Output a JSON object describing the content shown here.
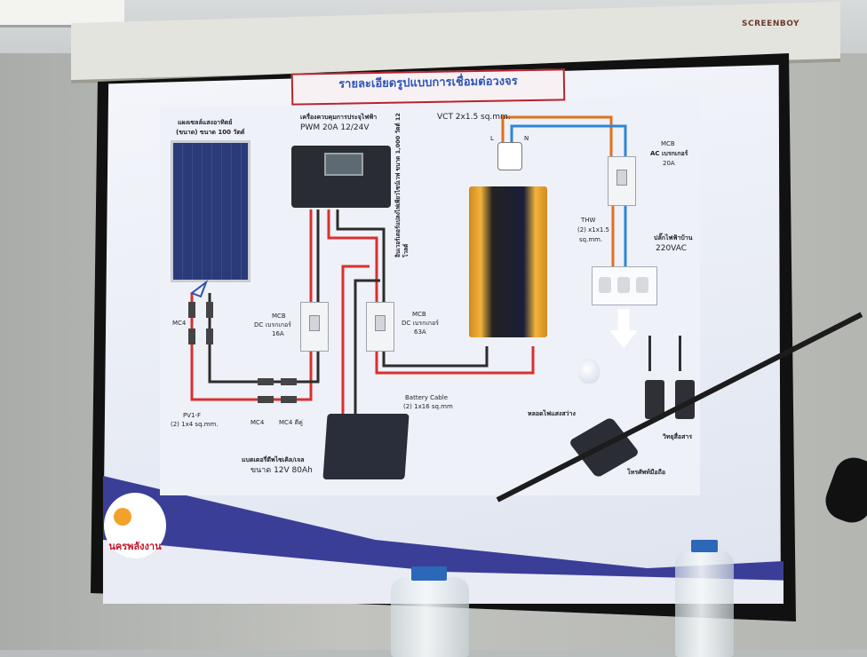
{
  "screen": {
    "brand": "SCREENBOY"
  },
  "slide": {
    "title": "รายละเอียดรูปแบบการเชื่อมต่อวงจร",
    "logo_text": "นครพลังงาน"
  },
  "components": {
    "solar_panel": {
      "label_line1": "แผงเซลล์แสงอาทิตย์",
      "label_line2": "(ขนาด) ขนาด 100 วัตต์"
    },
    "charge_controller": {
      "label_line1": "เครื่องควบคุมการประจุไฟฟ้า",
      "label_line2": "PWM  20A 12/24V"
    },
    "cable_vct": {
      "label": "VCT 2x1.5 sq.mm.",
      "l": "L",
      "n": "N"
    },
    "mcb_ac": {
      "line1": "MCB",
      "line2": "AC เบรกเกอร์",
      "line3": "20A"
    },
    "thw": {
      "line1": "THW",
      "line2": "(2) x1x1.5",
      "line3": "sq.mm."
    },
    "socket": {
      "line1": "ปลั๊กไฟฟ้าบ้าน",
      "line2": "220VAC"
    },
    "inverter": {
      "label": "อินเวอร์เตอร์แปลงไฟเพียวไซน์เวฟ ขนาด 1,000 วัตต์ 12 โวลต์"
    },
    "mcb_dc_16": {
      "line1": "MCB",
      "line2": "DC เบรกเกอร์",
      "line3": "16A"
    },
    "mcb_dc_63": {
      "line1": "MCB",
      "line2": "DC เบรกเกอร์",
      "line3": "63A"
    },
    "mc4_left": "MC4",
    "mc4_bottom": "MC4",
    "mc4_tee": "MC4 ตีคู่",
    "pv_cable": {
      "line1": "PV1-F",
      "line2": "(2) 1x4 sq.mm."
    },
    "battery_cable": {
      "line1": "Battery Cable",
      "line2": "(2) 1x16 sq.mm"
    },
    "battery": {
      "line1": "แบตเตอรี่ดีพไซเคิล/เจล",
      "line2": "ขนาด 12V 80Ah"
    },
    "bulb": "หลอดไฟแสงสว่าง",
    "radio": "วิทยุสื่อสาร",
    "phone": "โทรศัพท์มือถือ"
  }
}
